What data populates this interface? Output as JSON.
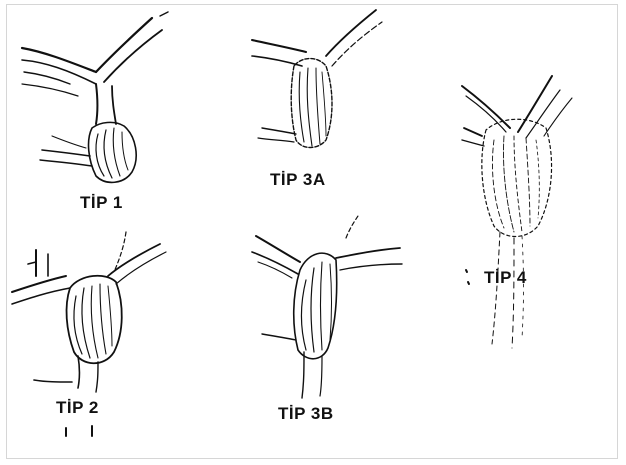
{
  "figure": {
    "labels": {
      "tip1": "TİP 1",
      "tip3a": "TİP 3A",
      "tip4": "TİP 4",
      "tip2": "TİP 2",
      "tip3b": "TİP 3B"
    },
    "line_color": "#111111",
    "background_color": "#ffffff"
  }
}
